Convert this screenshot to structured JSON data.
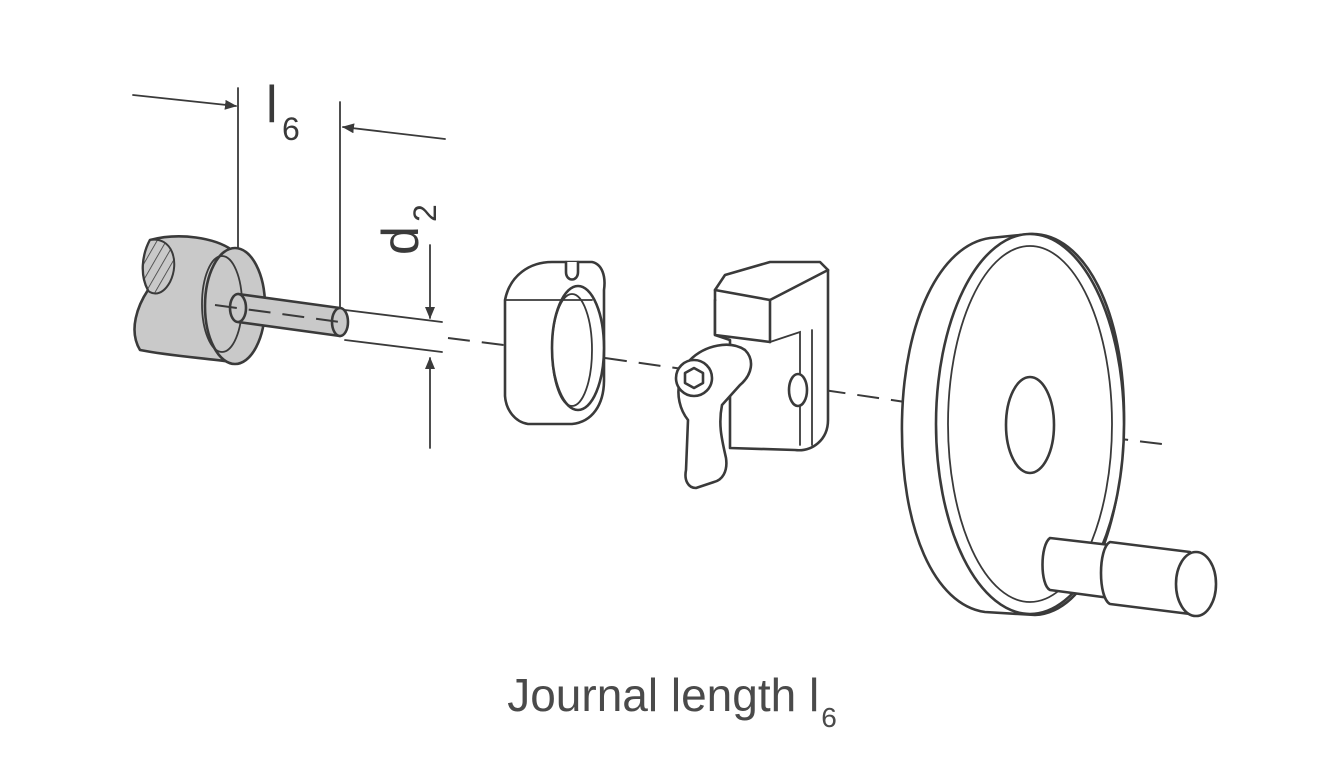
{
  "diagram": {
    "label_length_symbol": "l",
    "label_length_sub": "6",
    "label_diameter_symbol": "d",
    "label_diameter_sub": "2"
  },
  "caption": {
    "text": "Journal length l",
    "sub": "6"
  },
  "colors": {
    "line": "#3a3a3a",
    "hatch_fill": "#c9c9c9",
    "caption_text": "#4a4a4a"
  }
}
